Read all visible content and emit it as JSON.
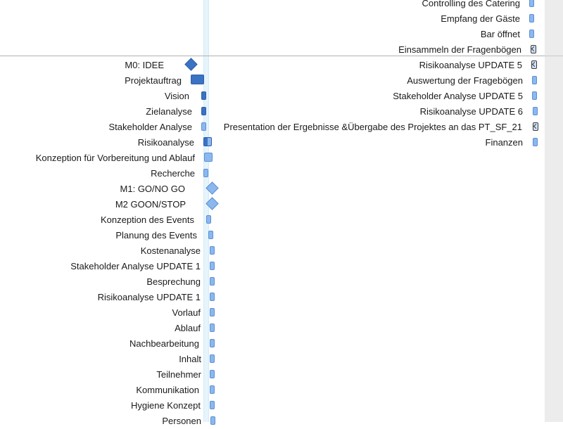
{
  "tasks_right": [
    {
      "label": "Controlling des Catering",
      "bar": "light"
    },
    {
      "label": "Empfang der Gäste",
      "bar": "light"
    },
    {
      "label": "Bar öffnet",
      "bar": "light"
    },
    {
      "label": "Einsammeln der Fragenbögen",
      "bar": "hatched"
    },
    {
      "label": "Risikoanalyse UPDATE 5",
      "bar": "hatched"
    },
    {
      "label": "Auswertung der Fragebögen",
      "bar": "light"
    },
    {
      "label": "Stakeholder Analyse UPDATE 5",
      "bar": "light"
    },
    {
      "label": "Risikoanalyse UPDATE 6",
      "bar": "light"
    },
    {
      "label": "Presentation der Ergebnisse &Übergabe des Projektes an das PT_SF_21",
      "bar": "hatched"
    },
    {
      "label": "Finanzen",
      "bar": "light"
    }
  ],
  "tasks_left": [
    {
      "label": "M0: IDEE",
      "bar": "milestone-dark"
    },
    {
      "label": "Projektauftrag",
      "bar": "dark"
    },
    {
      "label": "Vision",
      "bar": "dark"
    },
    {
      "label": "Zielanalyse",
      "bar": "dark"
    },
    {
      "label": "Stakeholder  Analyse",
      "bar": "light"
    },
    {
      "label": "Risikoanalyse",
      "bar": "split"
    },
    {
      "label": "Konzeption für Vorbereitung und Ablauf",
      "bar": "light"
    },
    {
      "label": "Recherche",
      "bar": "light"
    },
    {
      "label": "M1: GO/NO GO",
      "bar": "milestone-light"
    },
    {
      "label": "M2 GOON/STOP",
      "bar": "milestone-light"
    },
    {
      "label": "Konzeption des Events",
      "bar": "light"
    },
    {
      "label": "Planung des Events",
      "bar": "light"
    },
    {
      "label": "Kostenanalyse",
      "bar": "light"
    },
    {
      "label": "Stakeholder  Analyse UPDATE 1",
      "bar": "light"
    },
    {
      "label": "Besprechung",
      "bar": "light"
    },
    {
      "label": "Risikoanalyse UPDATE 1",
      "bar": "light"
    },
    {
      "label": "Vorlauf",
      "bar": "light"
    },
    {
      "label": "Ablauf",
      "bar": "light"
    },
    {
      "label": "Nachbearbeitung",
      "bar": "light"
    },
    {
      "label": "Inhalt",
      "bar": "light"
    },
    {
      "label": "Teilnehmer",
      "bar": "light"
    },
    {
      "label": "Kommunikation",
      "bar": "light"
    },
    {
      "label": "Hygiene Konzept",
      "bar": "light"
    },
    {
      "label": "Personen",
      "bar": "light"
    }
  ],
  "colors": {
    "bar_light": "#8cb8ee",
    "bar_dark": "#3b73c4",
    "today_line": "#e6f4fb"
  }
}
